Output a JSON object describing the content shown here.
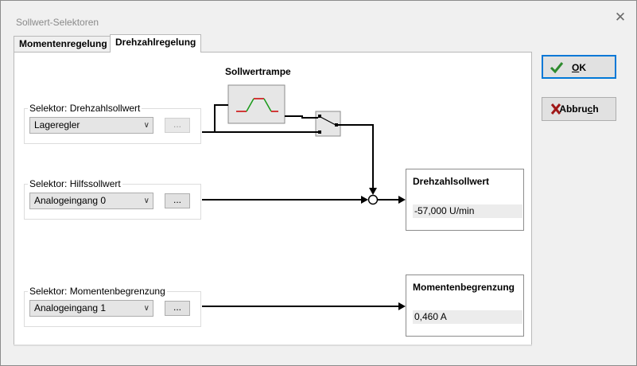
{
  "window": {
    "title": "Sollwert-Selektoren",
    "close_glyph": "✕"
  },
  "tabs": [
    {
      "label": "Momentenregelung",
      "active": false
    },
    {
      "label": "Drehzahlregelung",
      "active": true
    }
  ],
  "diagram": {
    "ramp": {
      "label": "Sollwertrampe",
      "icon": "ramp-icon"
    },
    "switch": {
      "icon": "switch-icon"
    },
    "junction": {
      "icon": "summing-junction-icon"
    }
  },
  "selectors": [
    {
      "label": "Selektor: Drehzahlsollwert",
      "value": "Lageregler",
      "more_label": "...",
      "more_enabled": false
    },
    {
      "label": "Selektor: Hilfssollwert",
      "value": "Analogeingang 0",
      "more_label": "...",
      "more_enabled": true
    },
    {
      "label": "Selektor: Momentenbegrenzung",
      "value": "Analogeingang 1",
      "more_label": "...",
      "more_enabled": true
    }
  ],
  "outputs": [
    {
      "label": "Drehzahlsollwert",
      "value": "-57,000  U/min"
    },
    {
      "label": "Momentenbegrenzung",
      "value": "0,460 A"
    }
  ],
  "buttons": {
    "ok": {
      "label_pre": "",
      "label_ul": "O",
      "label_post": "K",
      "icon": "checkmark-icon",
      "color": "#2e8b2e"
    },
    "cancel": {
      "label_pre": "Abbru",
      "label_ul": "c",
      "label_post": "h",
      "icon": "cross-icon",
      "color": "#a01818"
    }
  }
}
